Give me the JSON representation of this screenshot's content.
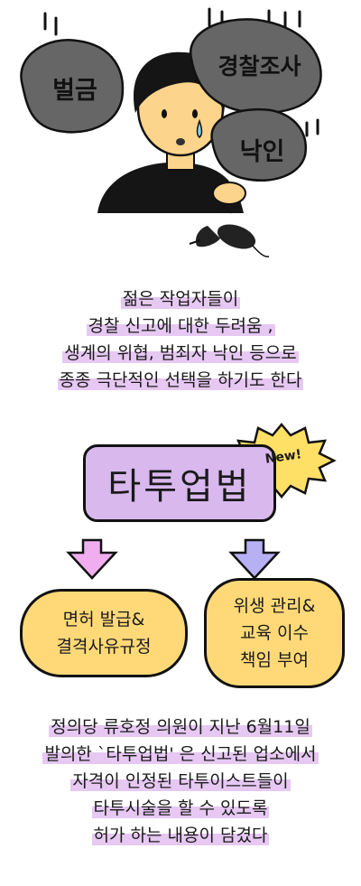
{
  "bubbles": {
    "fine": "벌금",
    "police": "경찰조사",
    "stigma": "낙인"
  },
  "caption1": [
    "젊은 작업자들이",
    "경찰 신고에 대한 두려움 ,",
    "생계의 위협, 범죄자 낙인 등으로",
    "종종 극단적인 선택을 하기도 한다"
  ],
  "title": "타투업법",
  "new_badge": "New!",
  "left_box": [
    "면허 발급&",
    "결격사유규정"
  ],
  "right_box": [
    "위생 관리&",
    "교육 이수",
    "책임 부여"
  ],
  "caption2": [
    "정의당 류호정 의원이 지난 6월11일",
    "발의한 `타투업법' 은 신고된 업소에서",
    "자격이 인정된 타투이스트들이",
    "타투시술을 할 수 있도록",
    "허가 하는 내용이 담겼다"
  ],
  "colors": {
    "bubble": "#666666",
    "skin": "#fcd48c",
    "title_box": "#d9b8ee",
    "badge": "#ffe066",
    "pill": "#ffd978",
    "arrow_left": "#f0aef0",
    "arrow_right": "#b7b0f3",
    "highlight": "#e6c8f2"
  }
}
